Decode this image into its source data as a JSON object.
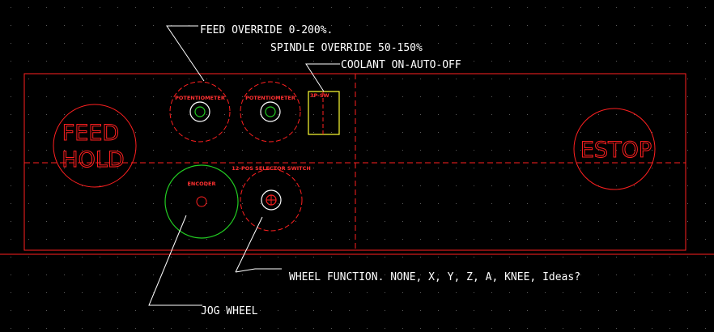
{
  "colors": {
    "background": "#000000",
    "grid_dot": "#5a5a5a",
    "panel": "#ff2020",
    "leader": "#ffffff",
    "switch_outline": "#ffff33",
    "knob_ring": "#ffffff",
    "knob_center": "#22cc22",
    "encoder_circle": "#22cc22"
  },
  "annotations": {
    "feed_override": "FEED OVERRIDE 0-200%.",
    "spindle_override": "SPINDLE OVERRIDE 50-150%",
    "coolant": "COOLANT ON-AUTO-OFF",
    "wheel_function": "WHEEL FUNCTION. NONE, X, Y, Z, A, KNEE, Ideas?",
    "jog_wheel": "JOG WHEEL"
  },
  "panel_labels": {
    "feed_hold_line1": "FEED",
    "feed_hold_line2": "HOLD",
    "estop": "ESTOP",
    "potentiometer_1": "POTENTIOMETER",
    "potentiometer_2": "POTENTIOMETER",
    "three_pos_switch": "3P-SW",
    "selector_switch": "12-POS SELECTOR SWITCH",
    "encoder": "ENCODER"
  }
}
